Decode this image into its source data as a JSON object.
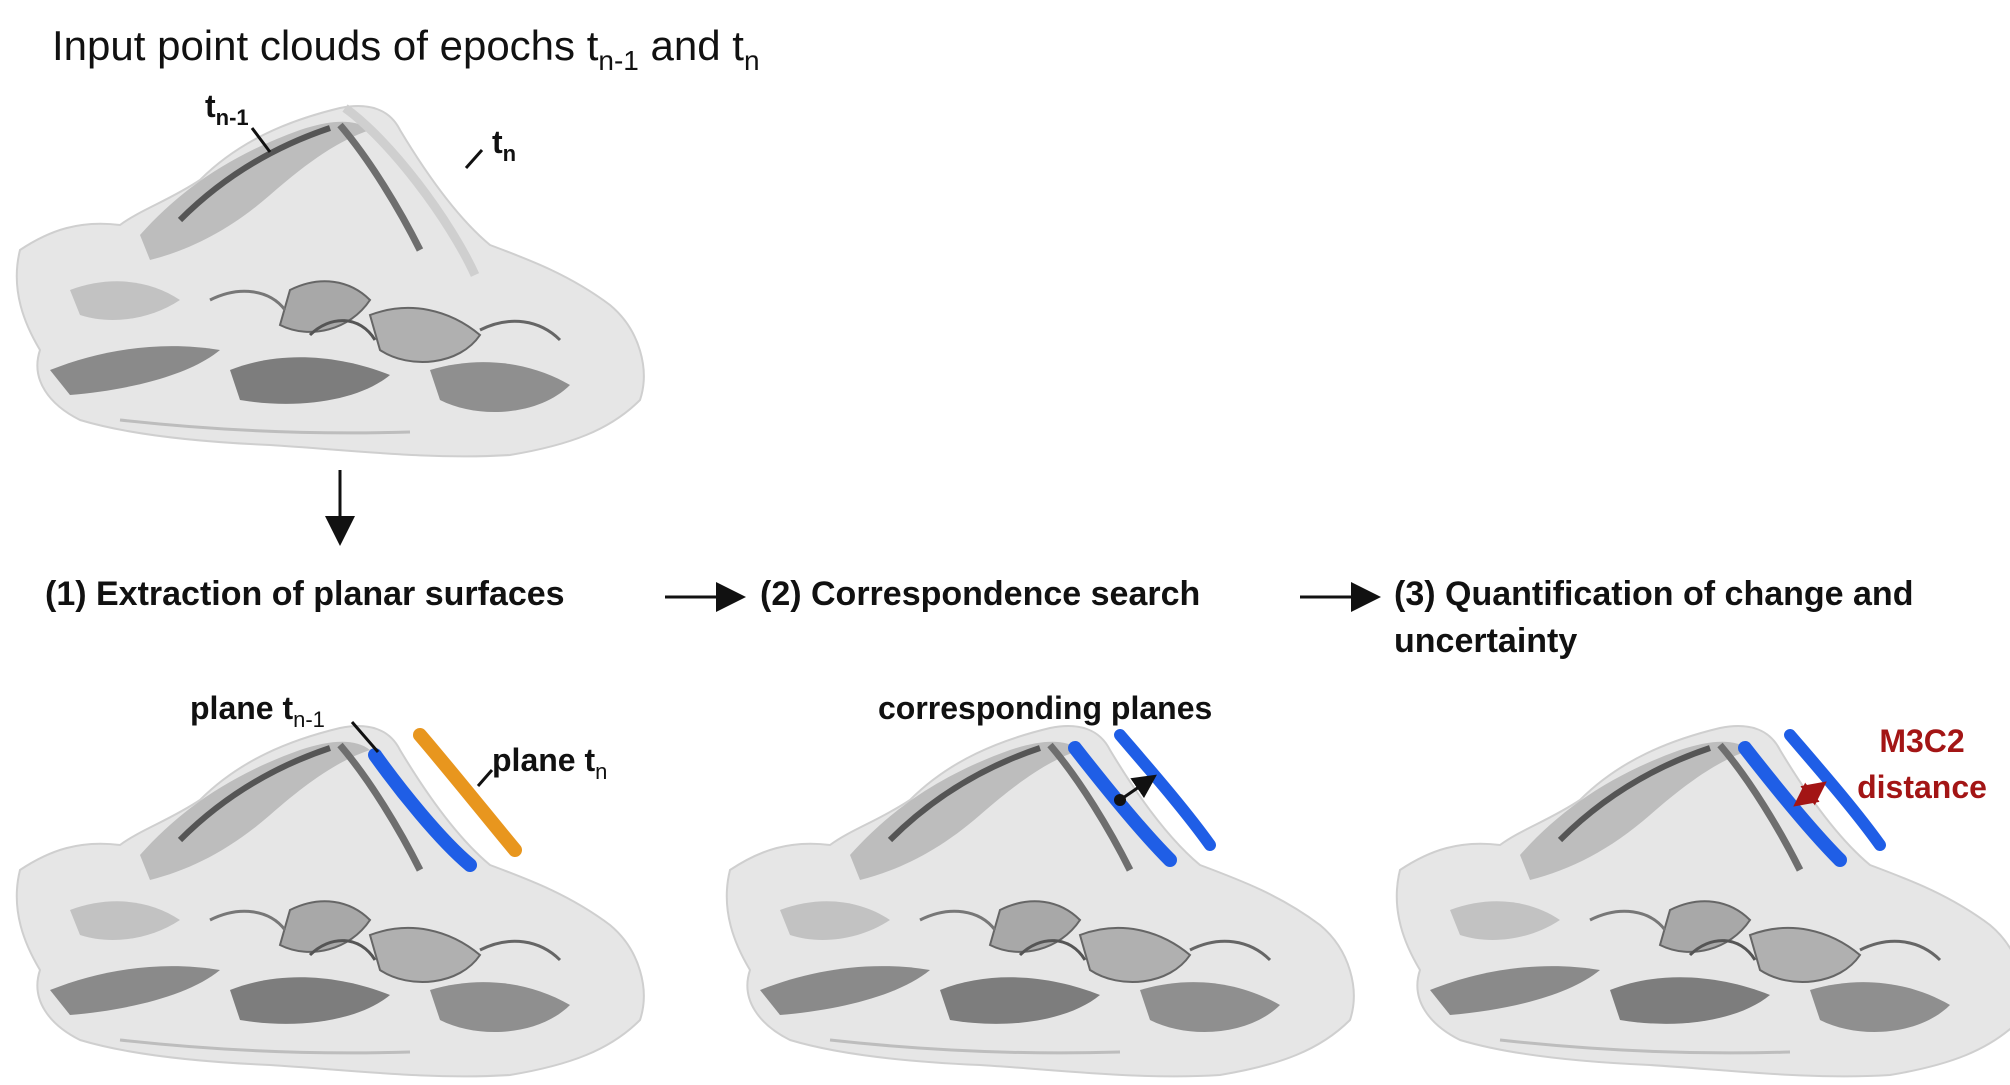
{
  "title": {
    "text": "Input point clouds of epochs t",
    "sub1": "n-1",
    "mid": " and t",
    "sub2": "n"
  },
  "top_labels": {
    "t_prev": {
      "base": "t",
      "sub": "n-1"
    },
    "t_curr": {
      "base": "t",
      "sub": "n"
    }
  },
  "steps": [
    {
      "label": "(1) Extraction of planar surfaces"
    },
    {
      "label": "(2) Correspondence search"
    },
    {
      "label": "(3) Quantification of change and",
      "label2": "uncertainty"
    }
  ],
  "panel_labels": {
    "plane_prev": {
      "base": "plane t",
      "sub": "n-1"
    },
    "plane_curr": {
      "base": "plane t",
      "sub": "n"
    },
    "corresponding": "corresponding planes",
    "m3c2_line1": "M3C2",
    "m3c2_line2": "distance"
  },
  "colors": {
    "plane_blue": "#1f5ee6",
    "plane_orange": "#e8961e",
    "m3c2_red": "#a31515",
    "cloud_gray": "#9a9a9a"
  }
}
